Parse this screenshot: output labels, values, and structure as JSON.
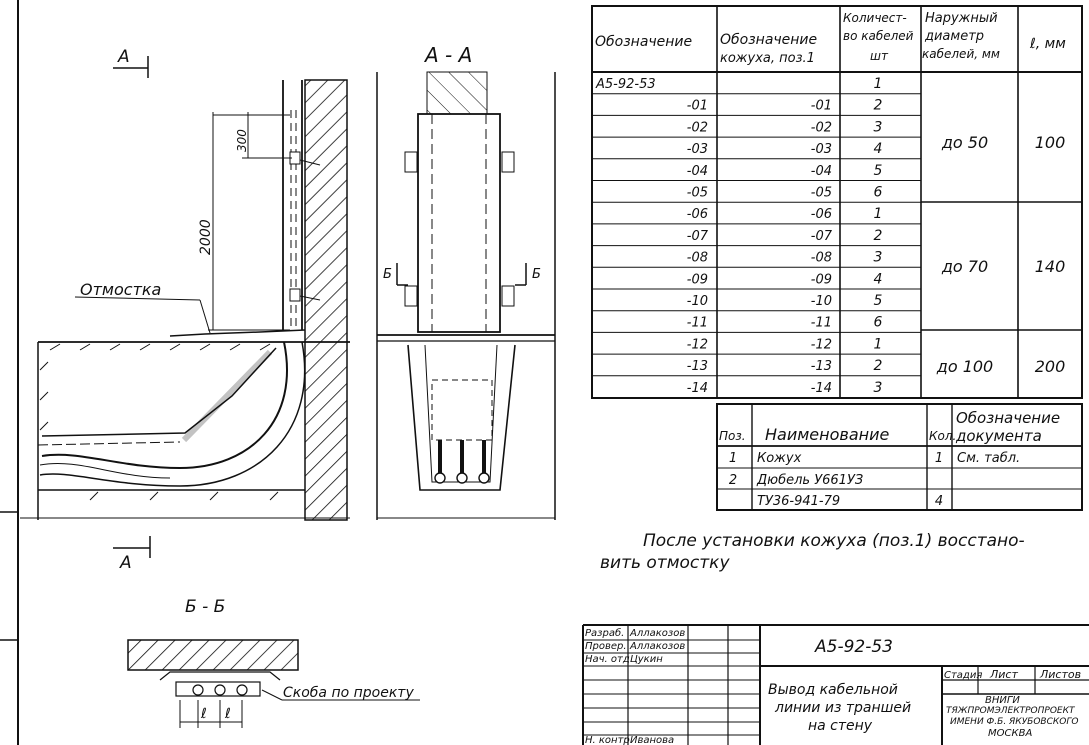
{
  "views": {
    "section_a_mark": "А",
    "section_a_mark_bottom": "А",
    "section_aa_title": "А - А",
    "section_bb_title": "Б - Б",
    "section_b_mark_left": "Б",
    "section_b_mark_right": "Б",
    "dim_300": "300",
    "dim_2000": "2000",
    "label_otmostka": "Отмостка",
    "label_skoba": "Скоба по проекту",
    "dim_l_1": "ℓ",
    "dim_l_2": "ℓ"
  },
  "main_table": {
    "headers": {
      "designation": "Обозначение",
      "casing_designation_l1": "Обозначение",
      "casing_designation_l2": "кожуха, поз.1",
      "quantity_l1": "Количест-",
      "quantity_l2": "во кабелей",
      "quantity_l3": "шт",
      "diameter_l1": "Наружный",
      "diameter_l2": "диаметр",
      "diameter_l3": "кабелей, мм",
      "length": "ℓ, мм"
    },
    "rows": [
      {
        "designation": "А5-92-53",
        "casing": "",
        "qty": "1"
      },
      {
        "designation": "-01",
        "casing": "-01",
        "qty": "2"
      },
      {
        "designation": "-02",
        "casing": "-02",
        "qty": "3"
      },
      {
        "designation": "-03",
        "casing": "-03",
        "qty": "4"
      },
      {
        "designation": "-04",
        "casing": "-04",
        "qty": "5"
      },
      {
        "designation": "-05",
        "casing": "-05",
        "qty": "6"
      },
      {
        "designation": "-06",
        "casing": "-06",
        "qty": "1"
      },
      {
        "designation": "-07",
        "casing": "-07",
        "qty": "2"
      },
      {
        "designation": "-08",
        "casing": "-08",
        "qty": "3"
      },
      {
        "designation": "-09",
        "casing": "-09",
        "qty": "4"
      },
      {
        "designation": "-10",
        "casing": "-10",
        "qty": "5"
      },
      {
        "designation": "-11",
        "casing": "-11",
        "qty": "6"
      },
      {
        "designation": "-12",
        "casing": "-12",
        "qty": "1"
      },
      {
        "designation": "-13",
        "casing": "-13",
        "qty": "2"
      },
      {
        "designation": "-14",
        "casing": "-14",
        "qty": "3"
      }
    ],
    "groups": [
      {
        "diameter": "до 50",
        "length": "100"
      },
      {
        "diameter": "до 70",
        "length": "140"
      },
      {
        "diameter": "до 100",
        "length": "200"
      }
    ]
  },
  "spec_table": {
    "headers": {
      "pos": "Поз.",
      "name": "Наименование",
      "qty": "Кол.",
      "doc_l1": "Обозначение",
      "doc_l2": "документа"
    },
    "rows": [
      {
        "pos": "1",
        "name": "Кожух",
        "qty": "1",
        "doc": "См. табл."
      },
      {
        "pos": "2",
        "name": "Дюбель У661УЗ",
        "qty": "",
        "doc": ""
      },
      {
        "pos": "",
        "name": "ТУ36-941-79",
        "qty": "4",
        "doc": ""
      }
    ]
  },
  "note": {
    "line1": "После установки кожуха (поз.1) восстано-",
    "line2": "вить отмостку"
  },
  "title_block": {
    "roles": [
      "Разраб.",
      "Провер.",
      "Нач. отд.",
      "Н. контр."
    ],
    "names": [
      "Аллакозов",
      "Аллакозов",
      "Цукин",
      "Иванова"
    ],
    "code": "А5-92-53",
    "title_l1": "Вывод кабельной",
    "title_l2": "линии из траншей",
    "title_l3": "на стену",
    "stage_header": "Стадия",
    "sheet_header": "Лист",
    "sheets_header": "Листов",
    "org_l1": "ВНИГИ",
    "org_l2": "ТЯЖПРОМЭЛЕКТРОПРОЕКТ",
    "org_l3": "ИМЕНИ Ф.Б. ЯКУБОВСКОГО",
    "org_l4": "МОСКВА"
  }
}
